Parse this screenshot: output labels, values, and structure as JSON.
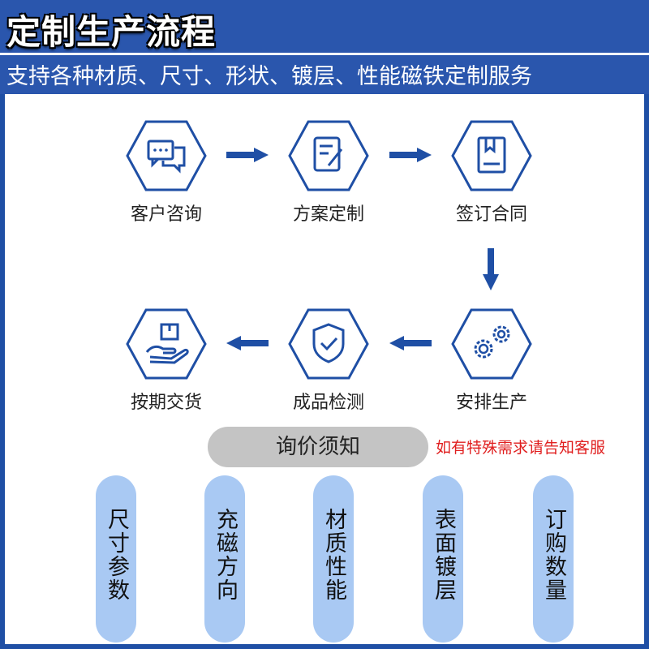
{
  "header": {
    "title": "定制生产流程",
    "subtitle": "支持各种材质、尺寸、形状、镀层、性能磁铁定制服务"
  },
  "steps": [
    {
      "label": "客户咨询",
      "icon": "chat-bubbles-icon"
    },
    {
      "label": "方案定制",
      "icon": "document-edit-icon"
    },
    {
      "label": "签订合同",
      "icon": "contract-icon"
    },
    {
      "label": "安排生产",
      "icon": "gears-icon"
    },
    {
      "label": "成品检测",
      "icon": "shield-check-icon"
    },
    {
      "label": "按期交货",
      "icon": "hand-package-icon"
    }
  ],
  "inquiry": {
    "title": "询价须知",
    "note": "如有特殊需求请告知客服"
  },
  "columns": [
    {
      "label": "尺寸参数"
    },
    {
      "label": "充磁方向"
    },
    {
      "label": "材质性能"
    },
    {
      "label": "表面镀层"
    },
    {
      "label": "订购数量"
    }
  ],
  "colors": {
    "header_bg": "#2a56ad",
    "accent_blue": "#1f4fa5",
    "pill_gray": "#c4c4c4",
    "column_blue": "#a9c9f3",
    "note_red": "#e01f1f"
  }
}
